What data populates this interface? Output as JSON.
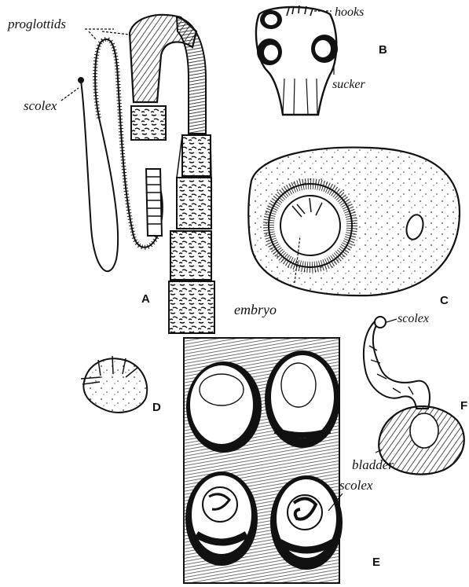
{
  "figure": {
    "labels": {
      "proglottids": "proglottids",
      "scolex_a": "scolex",
      "hooks": "hooks",
      "sucker": "sucker",
      "embryo": "embryo",
      "scolex_f": "scolex",
      "bladder": "bladder",
      "scolex_e": "scolex"
    },
    "panel_letters": {
      "a": "A",
      "b": "B",
      "c": "C",
      "d": "D",
      "e": "E",
      "f": "F"
    }
  }
}
